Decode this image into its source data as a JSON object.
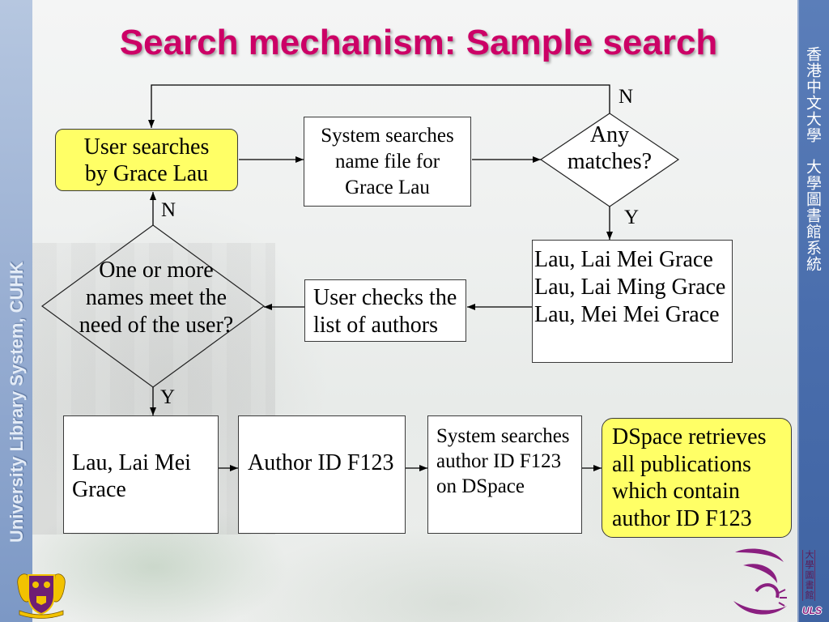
{
  "slide": {
    "title": "Search mechanism: Sample search"
  },
  "colors": {
    "title": "#CC0066",
    "highlight-box": "#FFFF66",
    "left-band-top": "#B6C7E0",
    "left-band-bottom": "#7C98C5",
    "right-band": "#4A6EAD",
    "logo-purple": "#8A1F80",
    "crest-gold": "#F2C200",
    "crest-purple": "#6E1E74"
  },
  "left_band": {
    "text": "University Library System, CUHK"
  },
  "right_band": {
    "line_1": "香港中文大學",
    "line_2": "大學圖書館系統"
  },
  "logos": {
    "crest_icon": "cuhk-crest-icon",
    "library_icon": "uls-swirl-icon",
    "library_chinese": "大學圖書館",
    "library_abbr": "ULS"
  },
  "flowchart": {
    "start": {
      "lines": [
        "User searches",
        "by Grace Lau"
      ]
    },
    "search_name_file": {
      "lines": [
        "System searches",
        "name file for",
        "Grace Lau"
      ]
    },
    "any_matches": {
      "lines": [
        "Any",
        "matches?"
      ],
      "no_label": "N",
      "yes_label": "Y"
    },
    "author_list": {
      "lines": [
        "Lau, Lai Mei Grace",
        "Lau, Lai Ming Grace",
        "Lau, Mei Mei Grace"
      ]
    },
    "user_checks": {
      "lines": [
        "User checks the",
        "list of authors"
      ]
    },
    "names_meet_need": {
      "lines": [
        "One or more",
        "names meet the",
        "need of the user?"
      ],
      "no_label": "N",
      "yes_label": "Y"
    },
    "selected_name": {
      "lines": [
        "Lau, Lai Mei",
        "Grace"
      ]
    },
    "author_id": {
      "lines": [
        "Author ID F123"
      ]
    },
    "search_dspace": {
      "lines": [
        "System searches",
        "author ID F123",
        "on DSpace"
      ]
    },
    "dspace_retrieves": {
      "lines": [
        "DSpace retrieves",
        "all publications",
        "which contain",
        "author ID F123"
      ]
    }
  }
}
